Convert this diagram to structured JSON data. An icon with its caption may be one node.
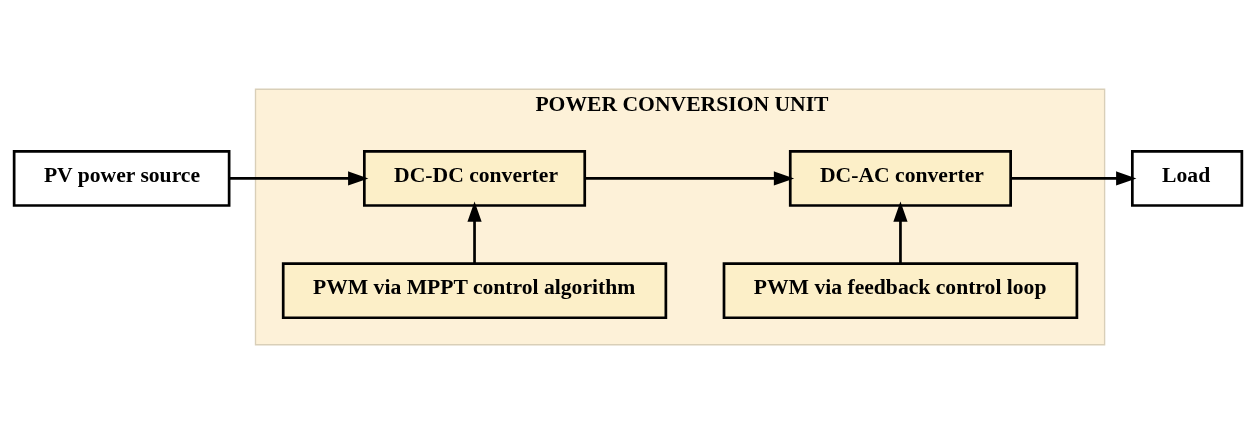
{
  "diagram": {
    "nodes": [
      {
        "text": [
          "PV power source"
        ]
      },
      {
        "text": [
          "POWER CONVERSION UNIT"
        ]
      },
      {
        "text": [
          "DC-DC converter"
        ],
        "in": 1
      },
      {
        "text": [
          "DC-AC converter"
        ],
        "in": 1
      },
      {
        "text": [
          "PWM via MPPT control algorithm"
        ],
        "in": 1
      },
      {
        "text": [
          "PWM via feedback control loop"
        ],
        "in": 1
      },
      {
        "text": [
          "Load"
        ]
      }
    ],
    "edges": [
      {
        "from": 0,
        "to": 2,
        "arrow": "to"
      },
      {
        "from": 2,
        "to": 3,
        "arrow": "to"
      },
      {
        "from": 3,
        "to": 6,
        "arrow": "to"
      },
      {
        "from": 4,
        "to": 2,
        "arrow": "to"
      },
      {
        "from": 5,
        "to": 3,
        "arrow": "to"
      }
    ]
  }
}
